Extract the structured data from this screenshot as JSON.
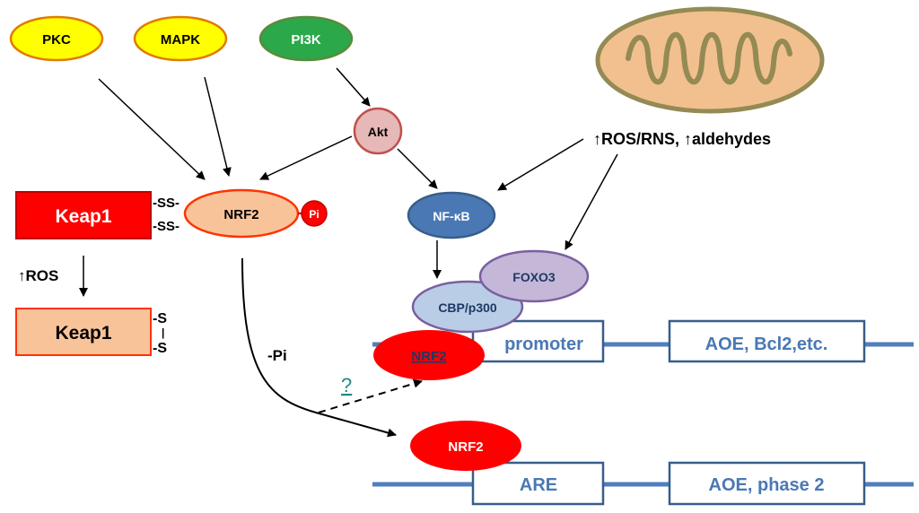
{
  "kinases": {
    "pkc": "PKC",
    "mapk": "MAPK",
    "pi3k": "PI3K",
    "akt": "Akt"
  },
  "nrf2": {
    "bound": "NRF2",
    "phospho": "Pi",
    "promoter_bound": "NRF2",
    "are_bound": "NRF2",
    "dephos": "-Pi"
  },
  "keap1": {
    "oxidized_label": "Keap1",
    "reduced_label": "Keap1",
    "ss_top": "-SS-",
    "ss_bottom": "-SS-",
    "s_top": "-S",
    "s_mid": "|",
    "s_bottom": "-S",
    "ros": "↑ROS"
  },
  "mito": {
    "ros_text": "↑ROS/RNS, ↑aldehydes"
  },
  "tf": {
    "nfkb": "NF-κB",
    "foxo3": "FOXO3",
    "cbp": "CBP/p300"
  },
  "dna": {
    "promoter": "promoter",
    "aoe_bcl2": "AOE, Bcl2,etc.",
    "are": "ARE",
    "aoe_phase2": "AOE, phase 2"
  },
  "question": "?",
  "colors": {
    "yellow": "#ffff00",
    "green": "#2aa84a",
    "red": "#ff0000",
    "peach": "#f9c39a",
    "blue": "#4a78b5",
    "lavender": "#c4b7d8",
    "lightblue": "#b9cde6",
    "akt": "#e6b8b7",
    "mito": "#f2c08f",
    "mito_border": "#948a54",
    "dna": "#4f7fbd",
    "box_text": "#4a78b5",
    "question": "#1f8a8a"
  }
}
